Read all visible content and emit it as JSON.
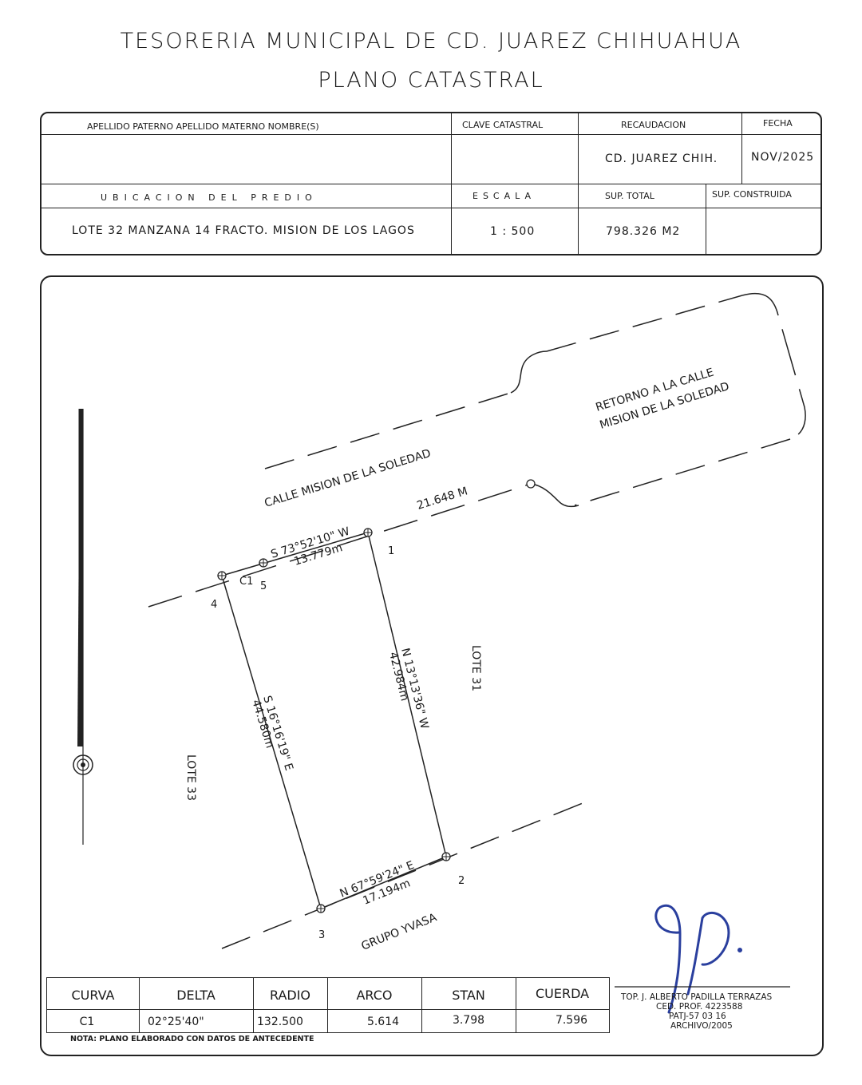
{
  "header": {
    "title": "TESORERIA MUNICIPAL DE CD. JUAREZ CHIHUAHUA",
    "subtitle": "PLANO CATASTRAL"
  },
  "form": {
    "owner_label": "APELLIDO PATERNO   APELLIDO MATERNO   NOMBRE(S)",
    "clave_label": "CLAVE CATASTRAL",
    "recaudacion_label": "RECAUDACION",
    "fecha_label": "FECHA",
    "recaudacion_value": "CD. JUAREZ CHIH.",
    "fecha_value": "NOV/2025",
    "ubicacion_label": "UBICACION DEL PREDIO",
    "escala_label": "ESCALA",
    "sup_total_label": "SUP. TOTAL",
    "sup_construida_label": "SUP. CONSTRUIDA",
    "ubicacion_value": "LOTE 32 MANZANA 14 FRACTO. MISION DE LOS LAGOS",
    "escala_value": "1 : 500",
    "sup_total_value": "798.326 M2"
  },
  "plan": {
    "street_label": "CALLE MISION DE LA SOLEDAD",
    "retorno_line1": "RETORNO   A LA CALLE",
    "retorno_line2": "MISION DE LA SOLEDAD",
    "frontage": "21.648 M",
    "side_1_5_bearing": "S 73°52'10\" W",
    "side_1_5_length": "13.779m",
    "side_1_2_bearing": "N 13°13'36\" W",
    "side_1_2_length": "42.984m",
    "side_4_3_bearing": "S 16°16'19\" E",
    "side_4_3_length": "44.580m",
    "side_3_2_bearing": "N 67°59'24\" E",
    "side_3_2_length": "17.194m",
    "lote_right": "LOTE 31",
    "lote_left": "LOTE 33",
    "bottom_label": "GRUPO YVASA",
    "vertex_1": "1",
    "vertex_2": "2",
    "vertex_3": "3",
    "vertex_4": "4",
    "vertex_5": "5",
    "curve_label": "C1"
  },
  "curve_table": {
    "headers": [
      "CURVA",
      "DELTA",
      "RADIO",
      "ARCO",
      "STAN",
      "CUERDA"
    ],
    "rows": [
      [
        "C1",
        "02°25'40\"",
        "132.500",
        "5.614",
        "3.798",
        "7.596"
      ]
    ]
  },
  "nota": "NOTA: PLANO ELABORADO CON DATOS DE ANTECEDENTE",
  "topografo": {
    "line1": "TOP. J. ALBERTO PADILLA TERRAZAS",
    "line2": "CED. PROF. 4223588",
    "line3": "PATJ-57 03 16",
    "line4": "ARCHIVO/2005"
  },
  "colors": {
    "ink": "#1a1a1a",
    "signature": "#2a3f9e"
  }
}
